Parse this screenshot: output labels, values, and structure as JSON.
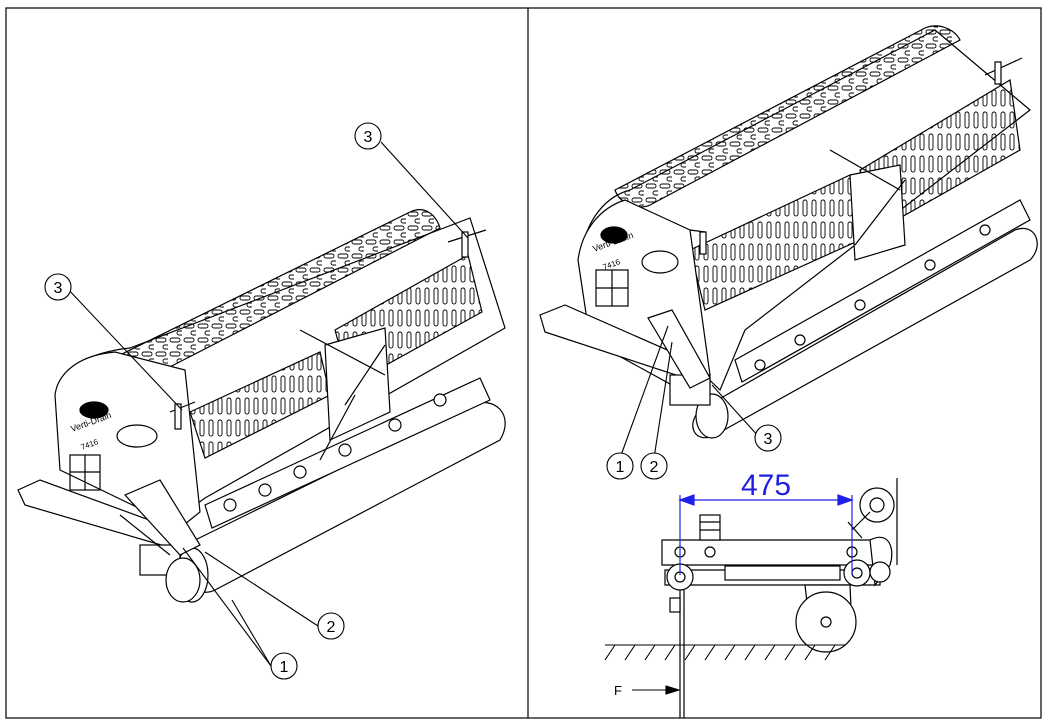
{
  "callouts": {
    "left": {
      "three_a": "3",
      "three_b": "3",
      "two": "2",
      "one": "1"
    },
    "right": {
      "one": "1",
      "two": "2",
      "three": "3"
    }
  },
  "machine": {
    "brand": "Verti-Drain",
    "model": "7416"
  },
  "dimension": {
    "value": "475",
    "color": "#1f1fe6"
  },
  "force_label": "F"
}
